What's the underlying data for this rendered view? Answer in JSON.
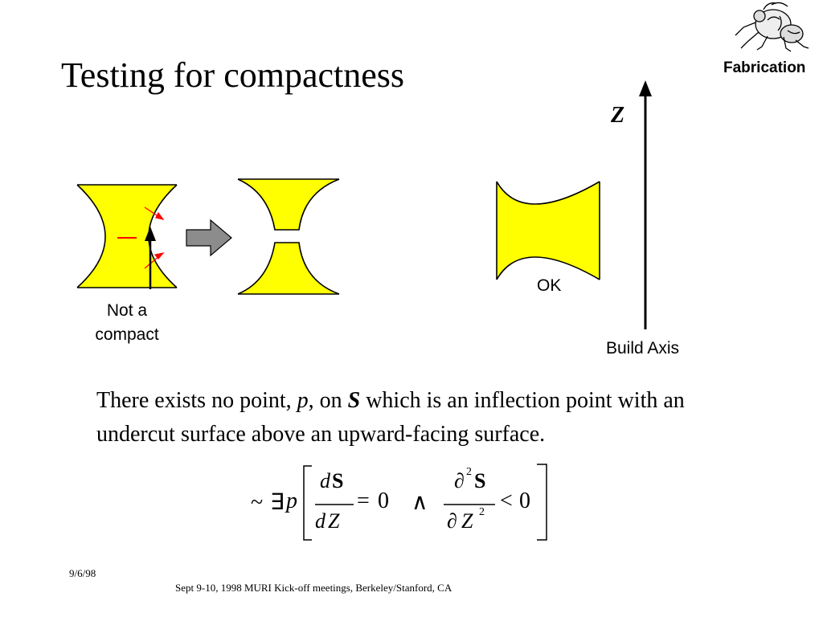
{
  "slide": {
    "title": "Testing for compactness",
    "section_label": "Fabrication",
    "logo_icon": "ant-robot-logo-icon",
    "date": "9/6/98",
    "footer": "Sept 9-10, 1998 MURI Kick-off meetings, Berkeley/Stanford, CA"
  },
  "figure": {
    "not_compact_label_line1": "Not a",
    "not_compact_label_line2": "compact",
    "ok_label": "OK",
    "z_axis_label": "Z",
    "build_axis_label": "Build Axis",
    "fill_color": "#ffff00",
    "marker_color": "#ff0000",
    "arrow_fill_color": "#8c8c8c"
  },
  "statement": {
    "part1": "There exists no point, ",
    "p": "p",
    "part2": ", on ",
    "S": "S",
    "part3": " which is an inflection point with an undercut surface above an upward-facing surface."
  },
  "formula": {
    "tilde": "~",
    "exists": "∃",
    "p": "p",
    "d1": "d",
    "S1": "S",
    "d2": "d",
    "Z1": "Z",
    "eq": "=",
    "zero1": "0",
    "and": "∧",
    "partial1": "∂",
    "sq1": "2",
    "S2": "S",
    "partial2": "∂",
    "Z2": "Z",
    "sq2": "2",
    "lt": "<",
    "zero2": "0"
  }
}
